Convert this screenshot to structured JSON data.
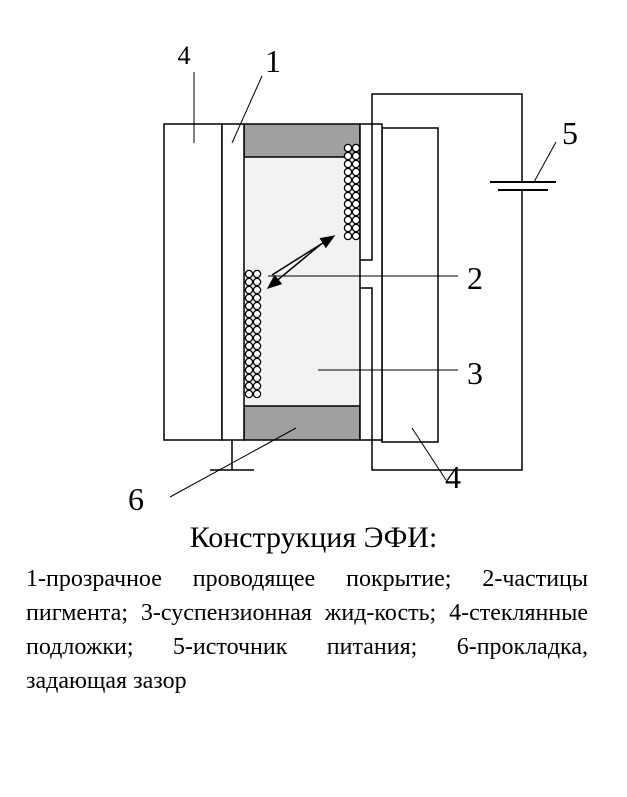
{
  "diagram": {
    "labels": {
      "glass_top_left": "4",
      "coating": "1",
      "power_source": "5",
      "particles": "2",
      "suspension": "3",
      "glass_bottom_right": "4",
      "spacer": "6"
    },
    "colors": {
      "spacer_fill": "#a0a0a0",
      "cell_fill": "#f2f2f2",
      "stroke": "#000000"
    }
  },
  "caption": {
    "title": "Конструкция ЭФИ:",
    "legend": "1-прозрачное проводящее покрытие; 2-частицы пигмента; 3-суспензионная жид-кость; 4-стеклянные подложки;  5-источник питания; 6-прокладка, задающая зазор"
  }
}
